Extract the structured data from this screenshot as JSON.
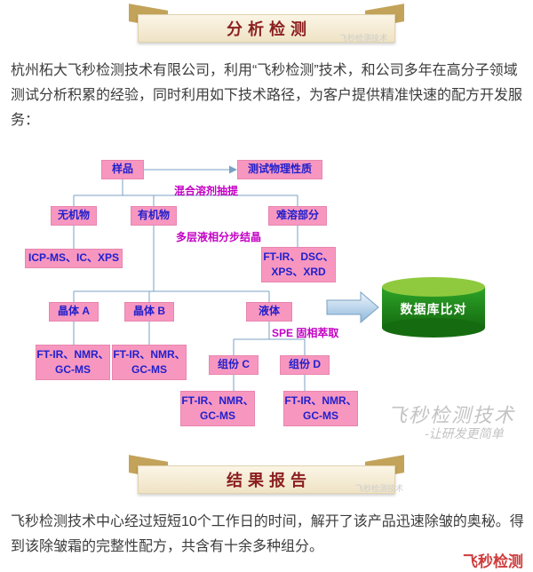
{
  "banners": {
    "top": "分析检测",
    "bottom": "结果报告"
  },
  "paragraphs": {
    "intro": "杭州柘大飞秒检测技术有限公司，利用“飞秒检测”技术，和公司多年在高分子领域测试分析积累的经验，同时利用如下技术路径，为客户提供精准快速的配方开发服务：",
    "result": "飞秒检测技术中心经过短短10个工作日的时间，解开了该产品迅速除皱的奥秘。得到该除皱霜的完整性配方，共含有十余多种组分。"
  },
  "flowchart": {
    "sample": "样品",
    "physical_test": "测试物理性质",
    "extraction_label": "混合溶剂抽提",
    "inorganic": "无机物",
    "organic": "有机物",
    "insoluble": "难溶部分",
    "crystallization_label": "多层液相分步结晶",
    "inorganic_methods": "ICP-MS、IC、XPS",
    "insoluble_methods": "FT-IR、DSC、\nXPS、XRD",
    "crystal_a": "晶体 A",
    "crystal_b": "晶体 B",
    "liquid": "液体",
    "spe_label": "SPE 固相萃取",
    "crystal_a_methods": "FT-IR、NMR、\nGC-MS",
    "crystal_b_methods": "FT-IR、NMR、\nGC-MS",
    "component_c": "组份 C",
    "component_d": "组份 D",
    "component_c_methods": "FT-IR、NMR、\nGC-MS",
    "component_d_methods": "FT-IR、NMR、\nGC-MS",
    "database": "数据库比对"
  },
  "watermarks": {
    "banner_top": "飞秒检测技术",
    "banner_bottom": "飞秒检测技术",
    "chart_main": "飞秒检测技术",
    "chart_sub": "-让研发更简单",
    "footer_red": "飞秒检测"
  },
  "colors": {
    "node_pink": "#f797c0",
    "node_text_blue": "#2020cc",
    "process_label_magenta": "#c400c4",
    "banner_text_red": "#8b1f1f",
    "banner_band": "#f5ebd4",
    "banner_fold_tan": "#c3a35a",
    "cylinder_top_green": "#8fca3e",
    "cylinder_body_green": "#2da428",
    "connector_blue": "#7aa0c4",
    "watermark_gray": "#c3c3c3",
    "watermark_red": "#cf3a3a"
  }
}
